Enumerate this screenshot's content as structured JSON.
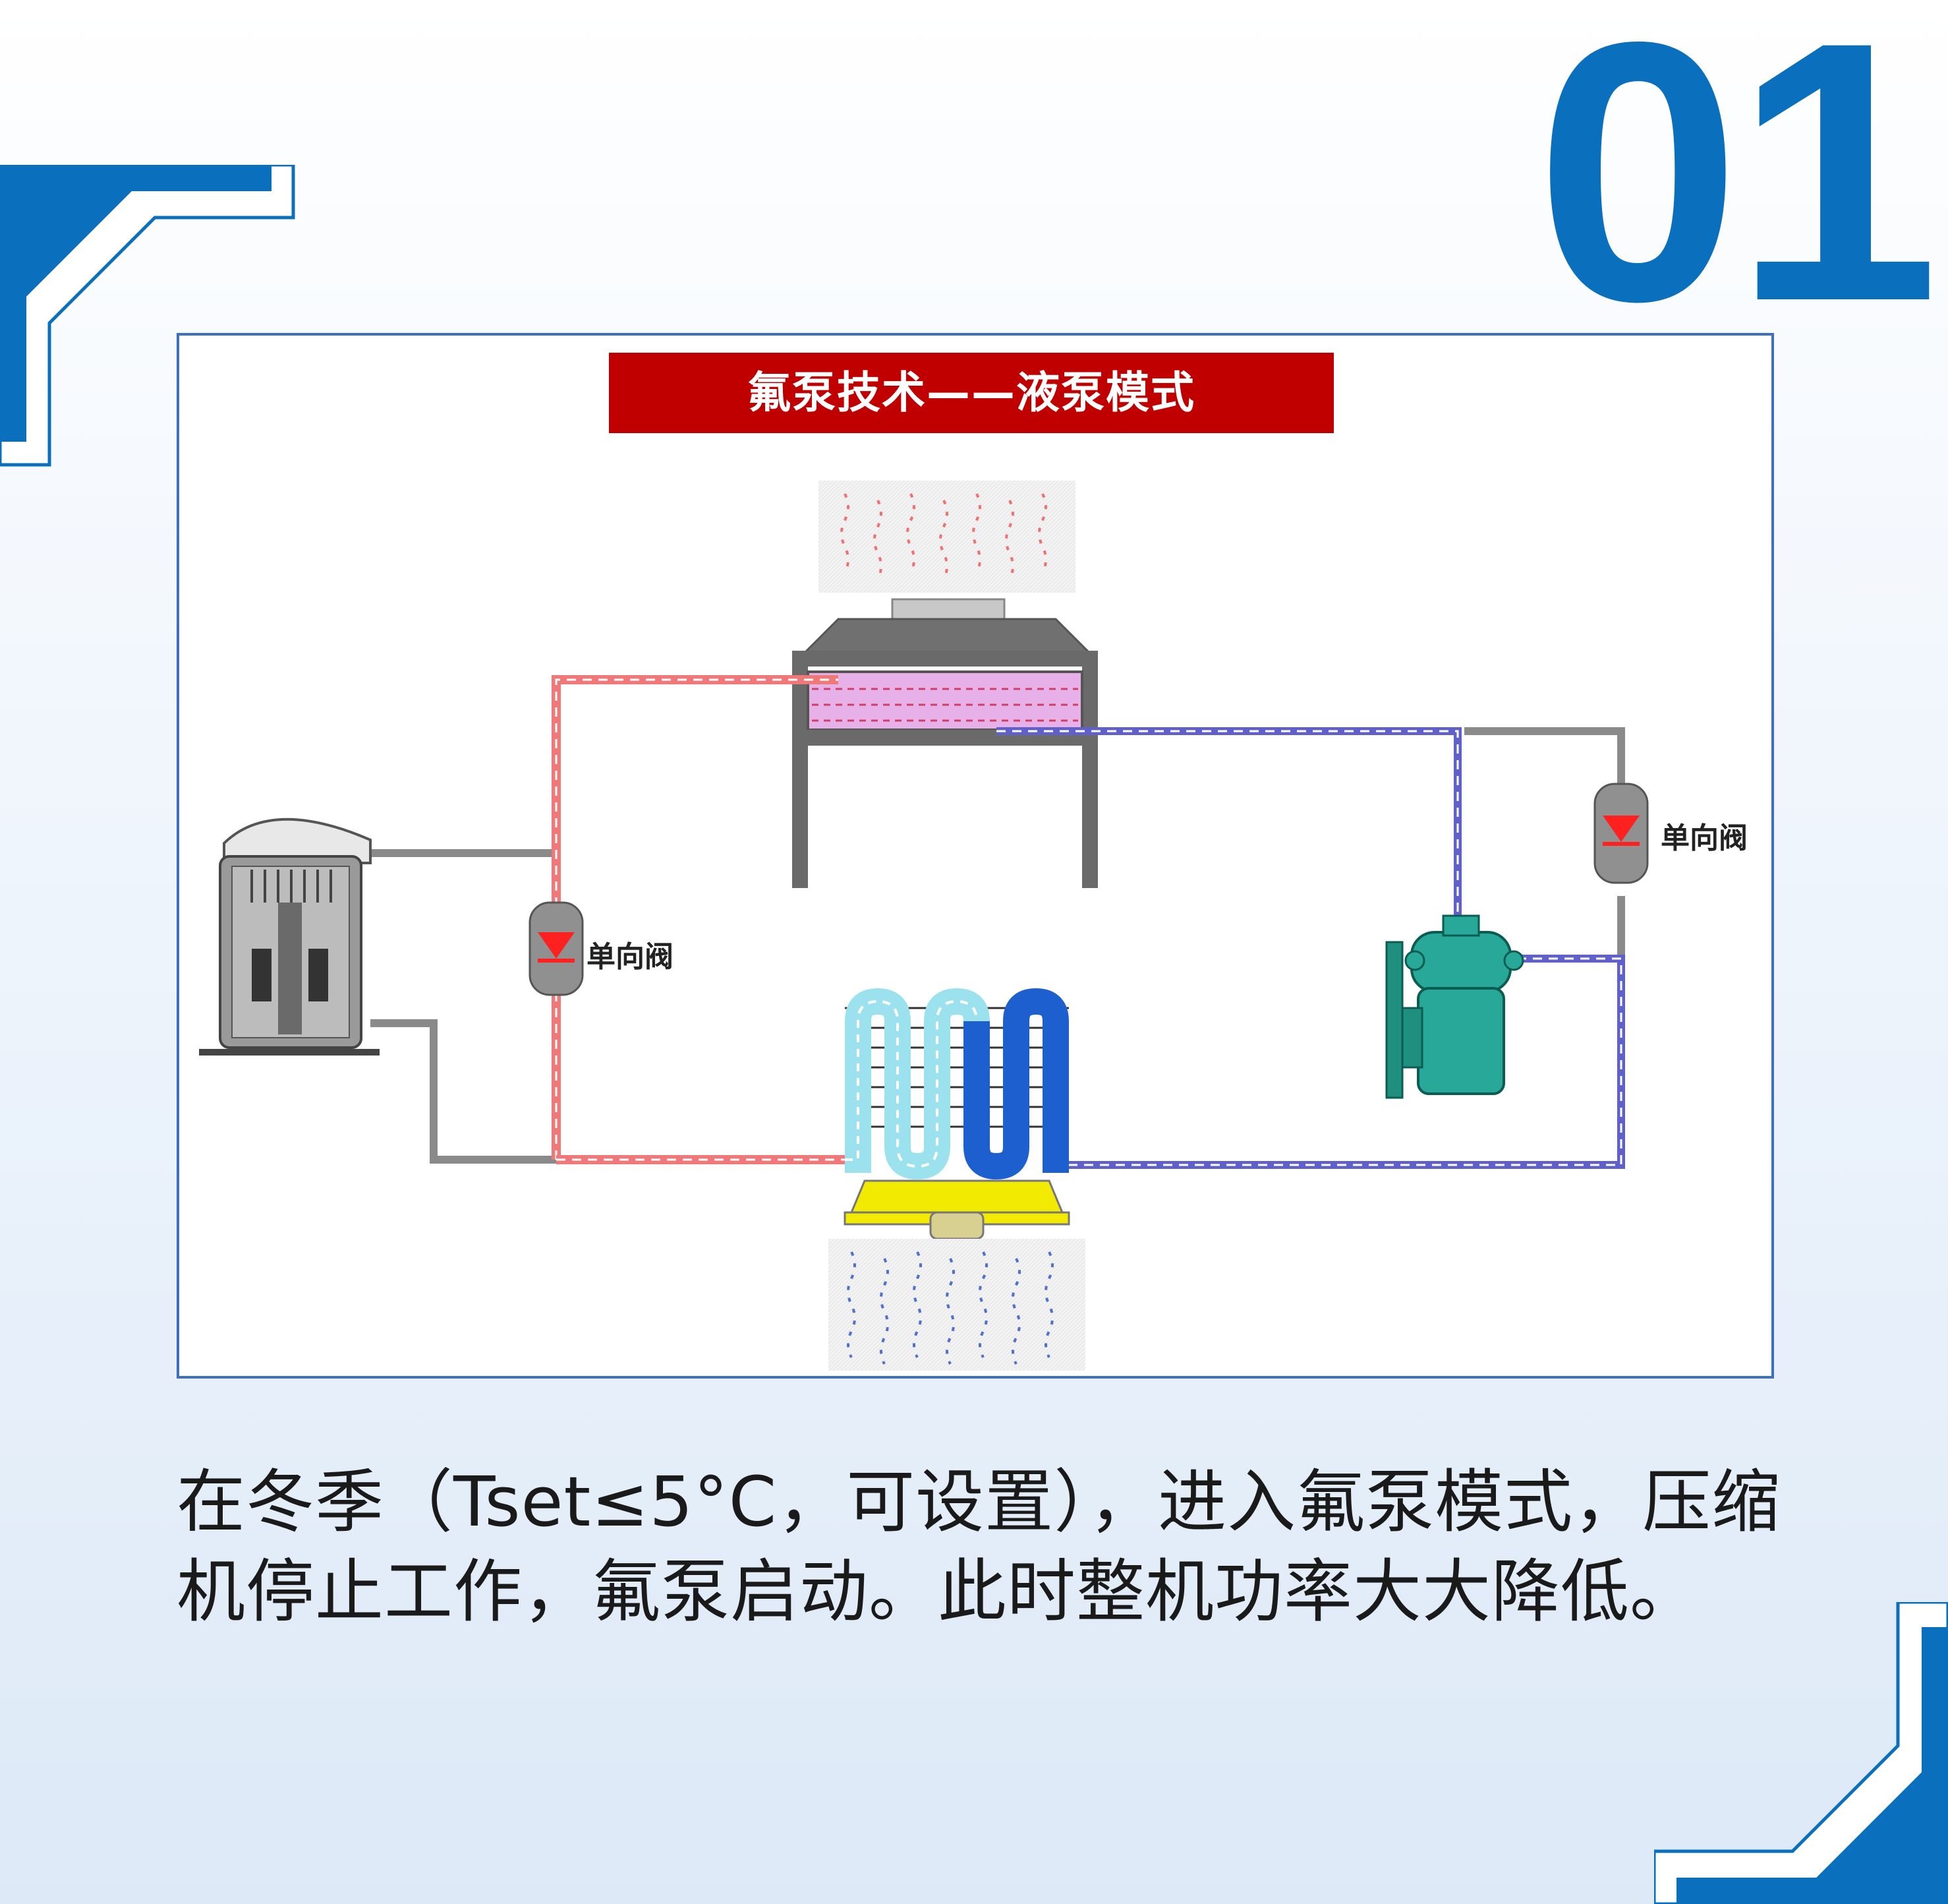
{
  "page_number": "01",
  "diagram": {
    "title": "氟泵技术——液泵模式",
    "valve_label_left": "单向阀",
    "valve_label_right": "单向阀"
  },
  "caption": {
    "line1": "在冬季（Tset≤5°C，可设置），进入氟泵模式，压缩",
    "line2": "机停止工作，氟泵启动。此时整机功率大大降低。"
  },
  "colors": {
    "accent_blue": "#0a6fbc",
    "frame_blue": "#3e6fc2",
    "banner_red": "#c00000",
    "hot_line": "#f06060",
    "cold_line": "#5050c8",
    "pipe_gray": "#8a8a8a",
    "pump_teal": "#1f9e8f",
    "fan_yellow": "#f2ea00"
  },
  "icons": [
    "compressor-icon",
    "condenser-fan-icon",
    "check-valve-icon",
    "evaporator-coil-icon",
    "evaporator-fan-icon",
    "fluorine-pump-icon"
  ]
}
